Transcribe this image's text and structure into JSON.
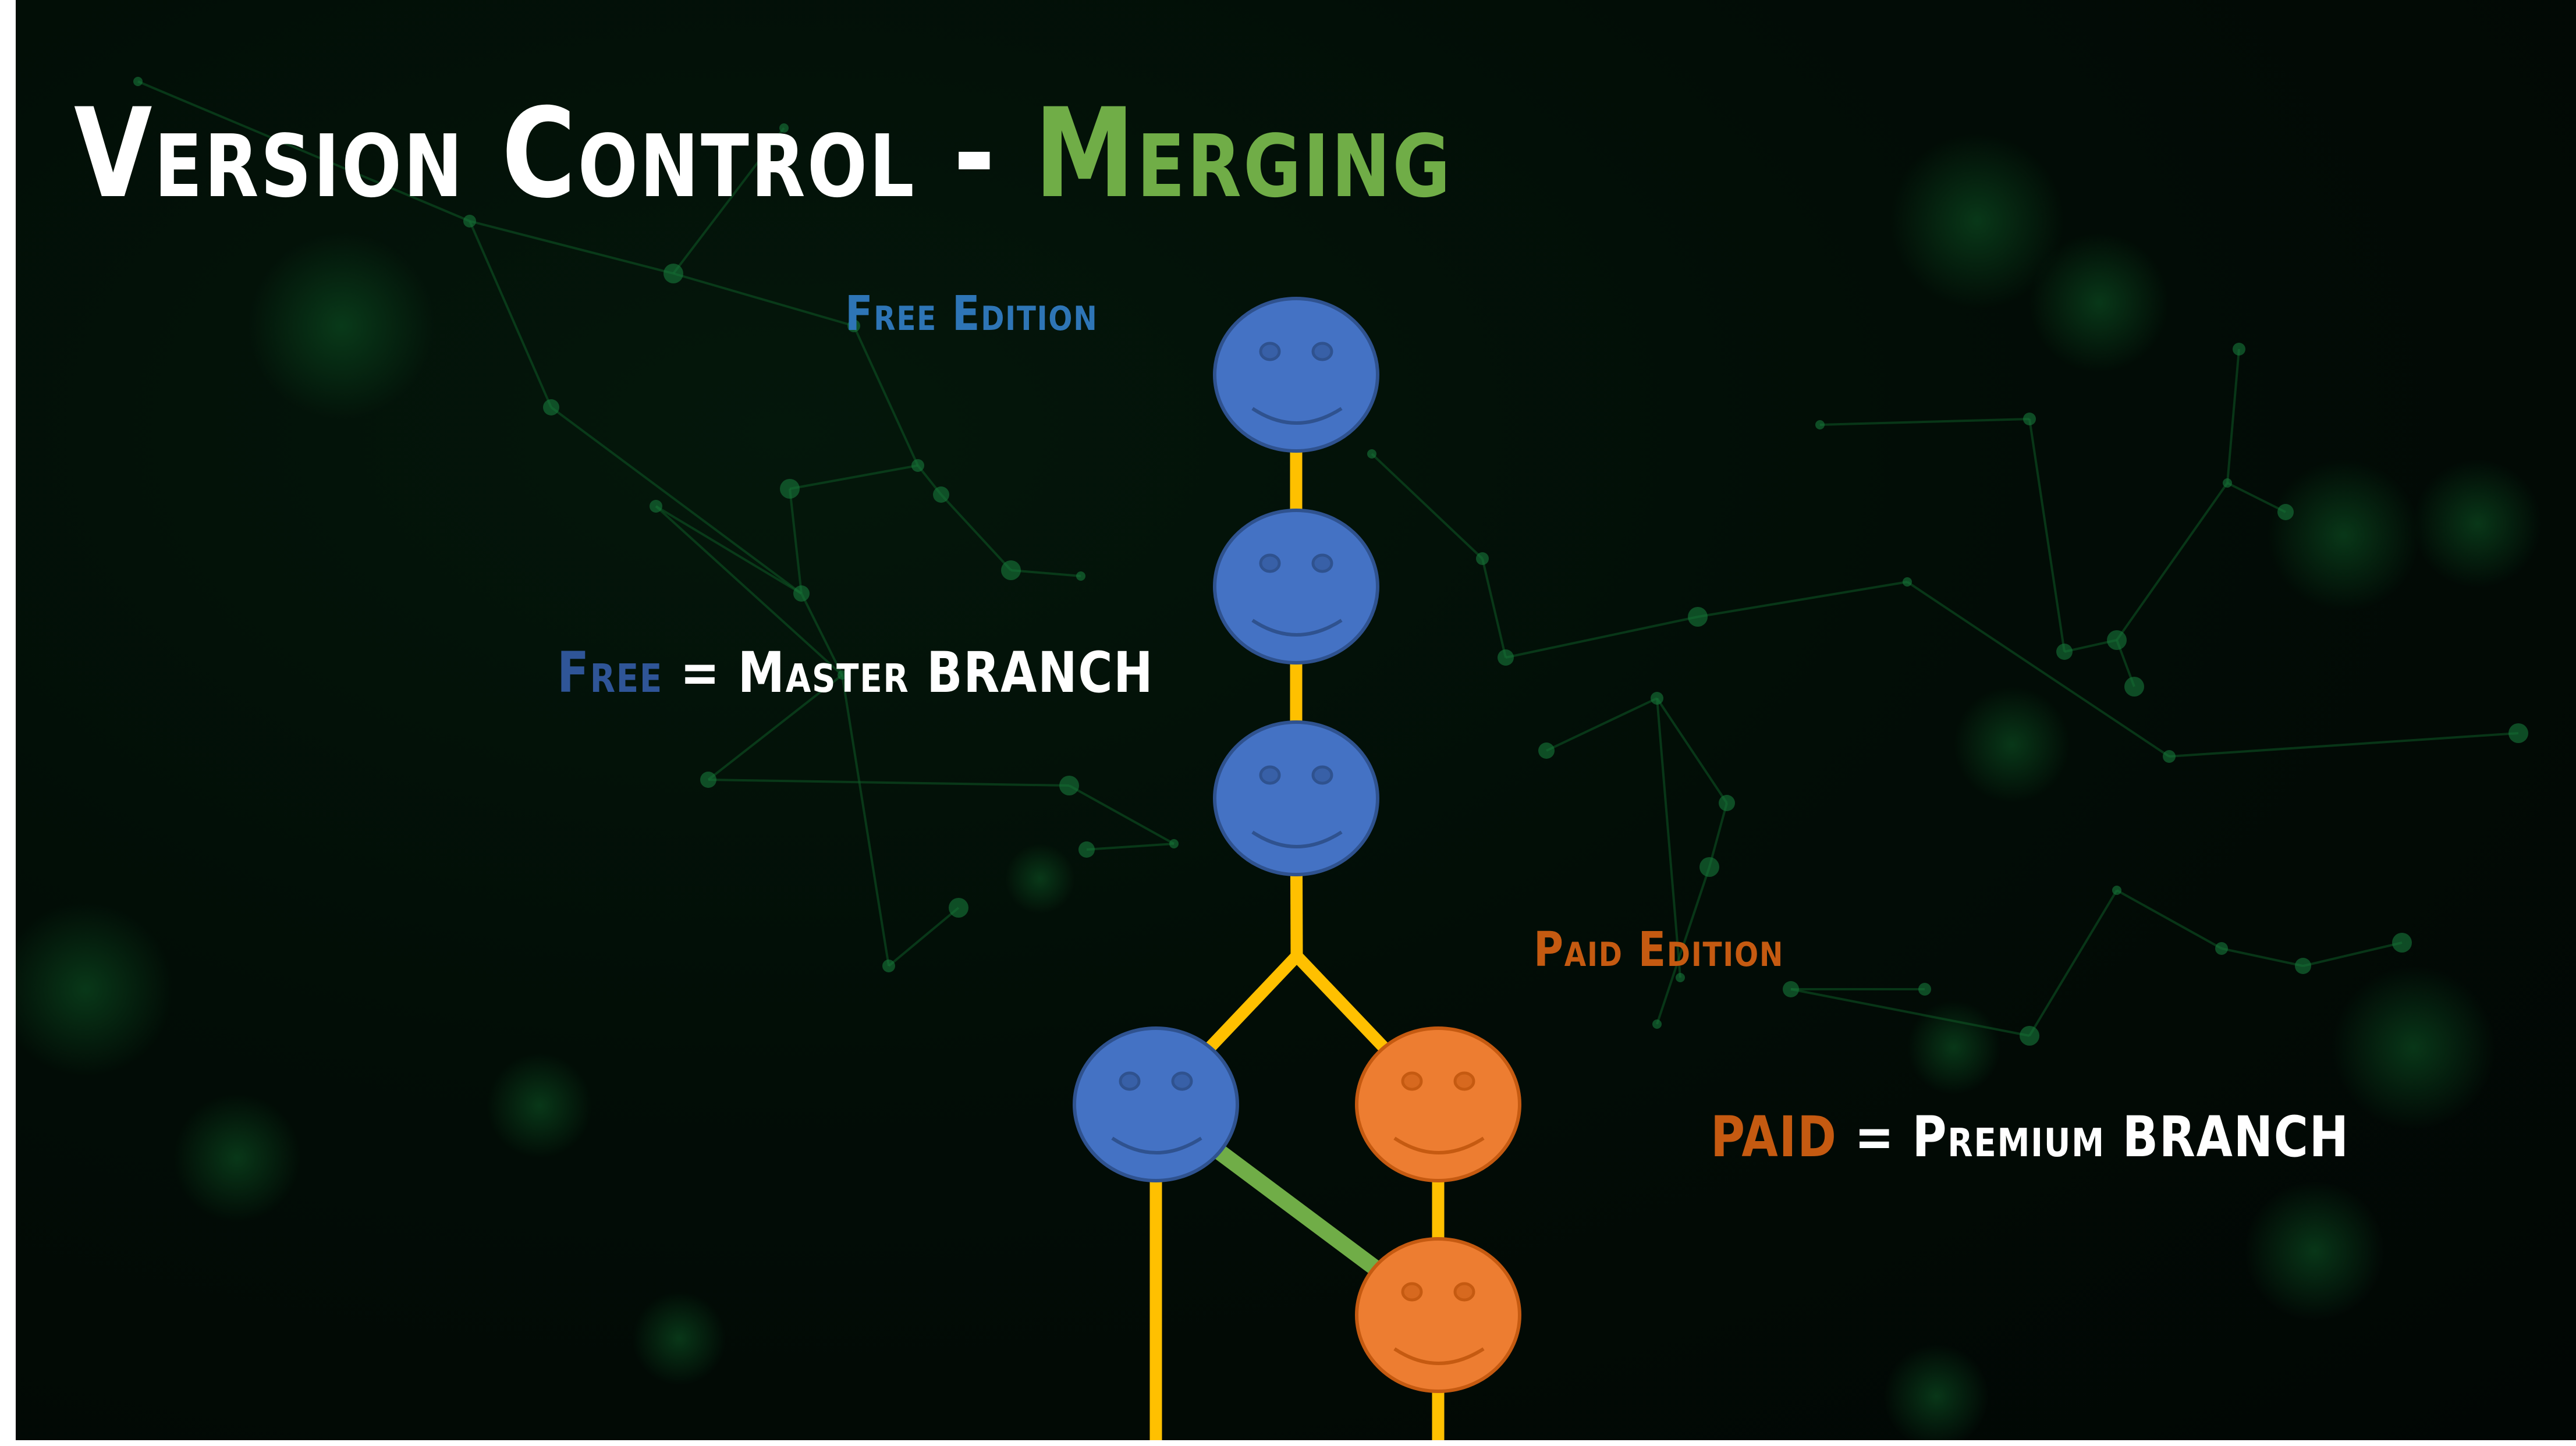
{
  "slide": {
    "title": {
      "main": "Version Control - ",
      "accent": "Merging"
    },
    "labels": {
      "free_edition": "Free Edition",
      "paid_edition": "Paid Edition",
      "free_key": "Free",
      "free_value": " = Master BRANCH",
      "paid_key": "PAID",
      "paid_value": " = Premium BRANCH"
    }
  },
  "colors": {
    "title_accent": "#70ad47",
    "free_label": "#2e75b6",
    "free_key": "#2f5597",
    "paid": "#c55a11",
    "blue_face": "#4472c4",
    "blue_stroke": "#2f528f",
    "orange_face": "#ed7d31",
    "orange_stroke": "#c55a11",
    "branch_line": "#ffc000",
    "merge_line": "#70ad47"
  },
  "diagram": {
    "commits": [
      {
        "id": "free-1",
        "branch": "master",
        "color": "blue"
      },
      {
        "id": "free-2",
        "branch": "master",
        "color": "blue"
      },
      {
        "id": "free-3",
        "branch": "master",
        "color": "blue"
      },
      {
        "id": "free-4",
        "branch": "master",
        "color": "blue"
      },
      {
        "id": "paid-1",
        "branch": "premium",
        "color": "orange"
      },
      {
        "id": "paid-2",
        "branch": "premium",
        "color": "orange"
      }
    ],
    "edges": [
      {
        "from": "free-1",
        "to": "free-2",
        "type": "branch"
      },
      {
        "from": "free-2",
        "to": "free-3",
        "type": "branch"
      },
      {
        "from": "free-3",
        "to": "fork",
        "type": "branch"
      },
      {
        "from": "fork",
        "to": "free-4",
        "type": "branch"
      },
      {
        "from": "fork",
        "to": "paid-1",
        "type": "branch"
      },
      {
        "from": "paid-1",
        "to": "paid-2",
        "type": "branch"
      },
      {
        "from": "free-4",
        "to": "paid-2",
        "type": "merge"
      }
    ]
  }
}
